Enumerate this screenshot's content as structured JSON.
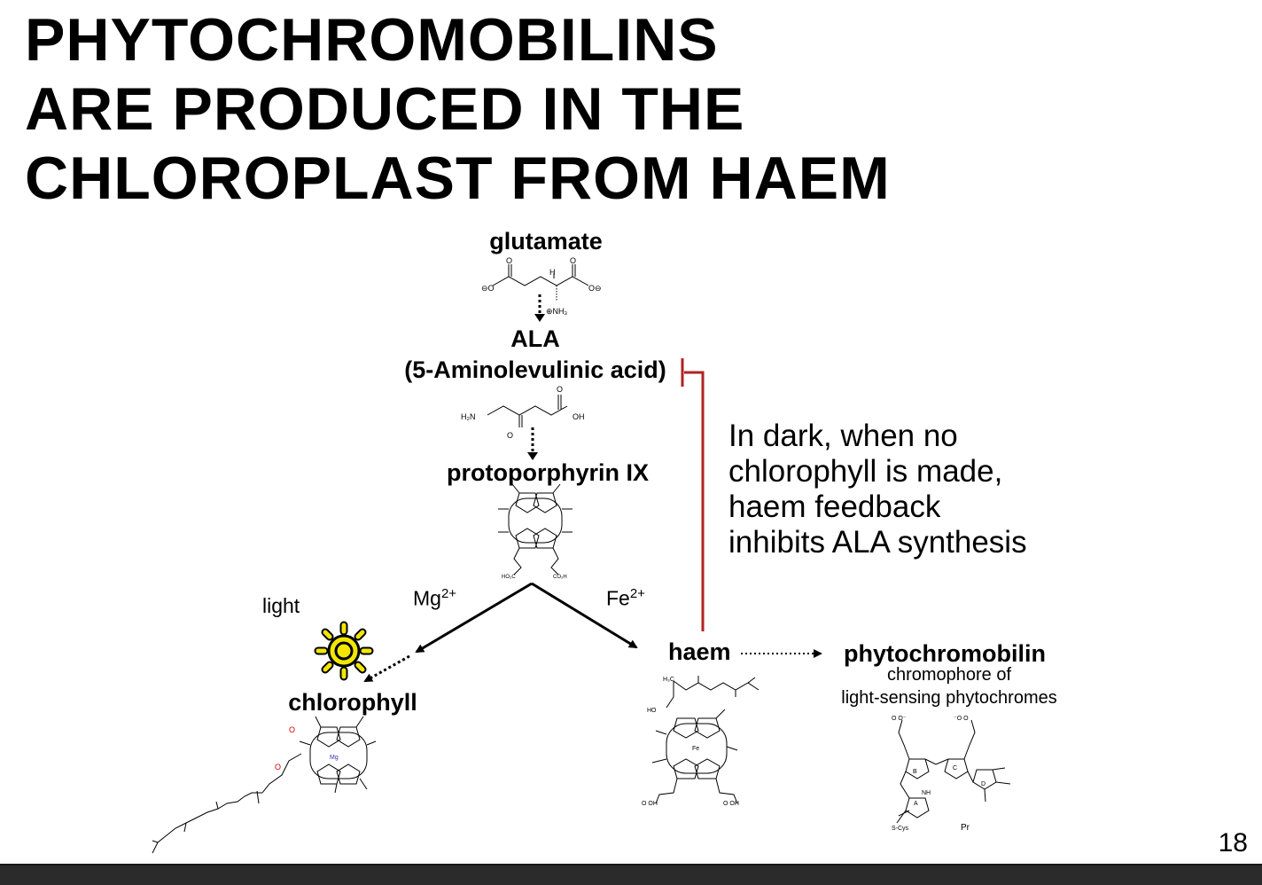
{
  "title": {
    "line1": "PHYTOCHROMOBILINS",
    "line2": "ARE PRODUCED IN THE",
    "line3": "CHLOROPLAST FROM HAEM"
  },
  "nodes": {
    "glutamate": "glutamate",
    "ala": "ALA",
    "ala_full": "(5-Aminolevulinic acid)",
    "protoporphyrin": "protoporphyrin IX",
    "chlorophyll": "chlorophyll",
    "haem": "haem",
    "phytochromobilin": "phytochromobilin",
    "phyto_caption_1": "chromophore of",
    "phyto_caption_2": "light-sensing phytochromes"
  },
  "edge_labels": {
    "light": "light",
    "mg": "Mg",
    "mg_charge": "2+",
    "fe": "Fe",
    "fe_charge": "2+"
  },
  "note": {
    "line1": "In dark, when no",
    "line2": "chlorophyll is made,",
    "line3": "haem feedback",
    "line4": "inhibits ALA synthesis"
  },
  "page_number": "18",
  "colors": {
    "inhibition_line": "#b22222",
    "sun": "#f2e600"
  }
}
